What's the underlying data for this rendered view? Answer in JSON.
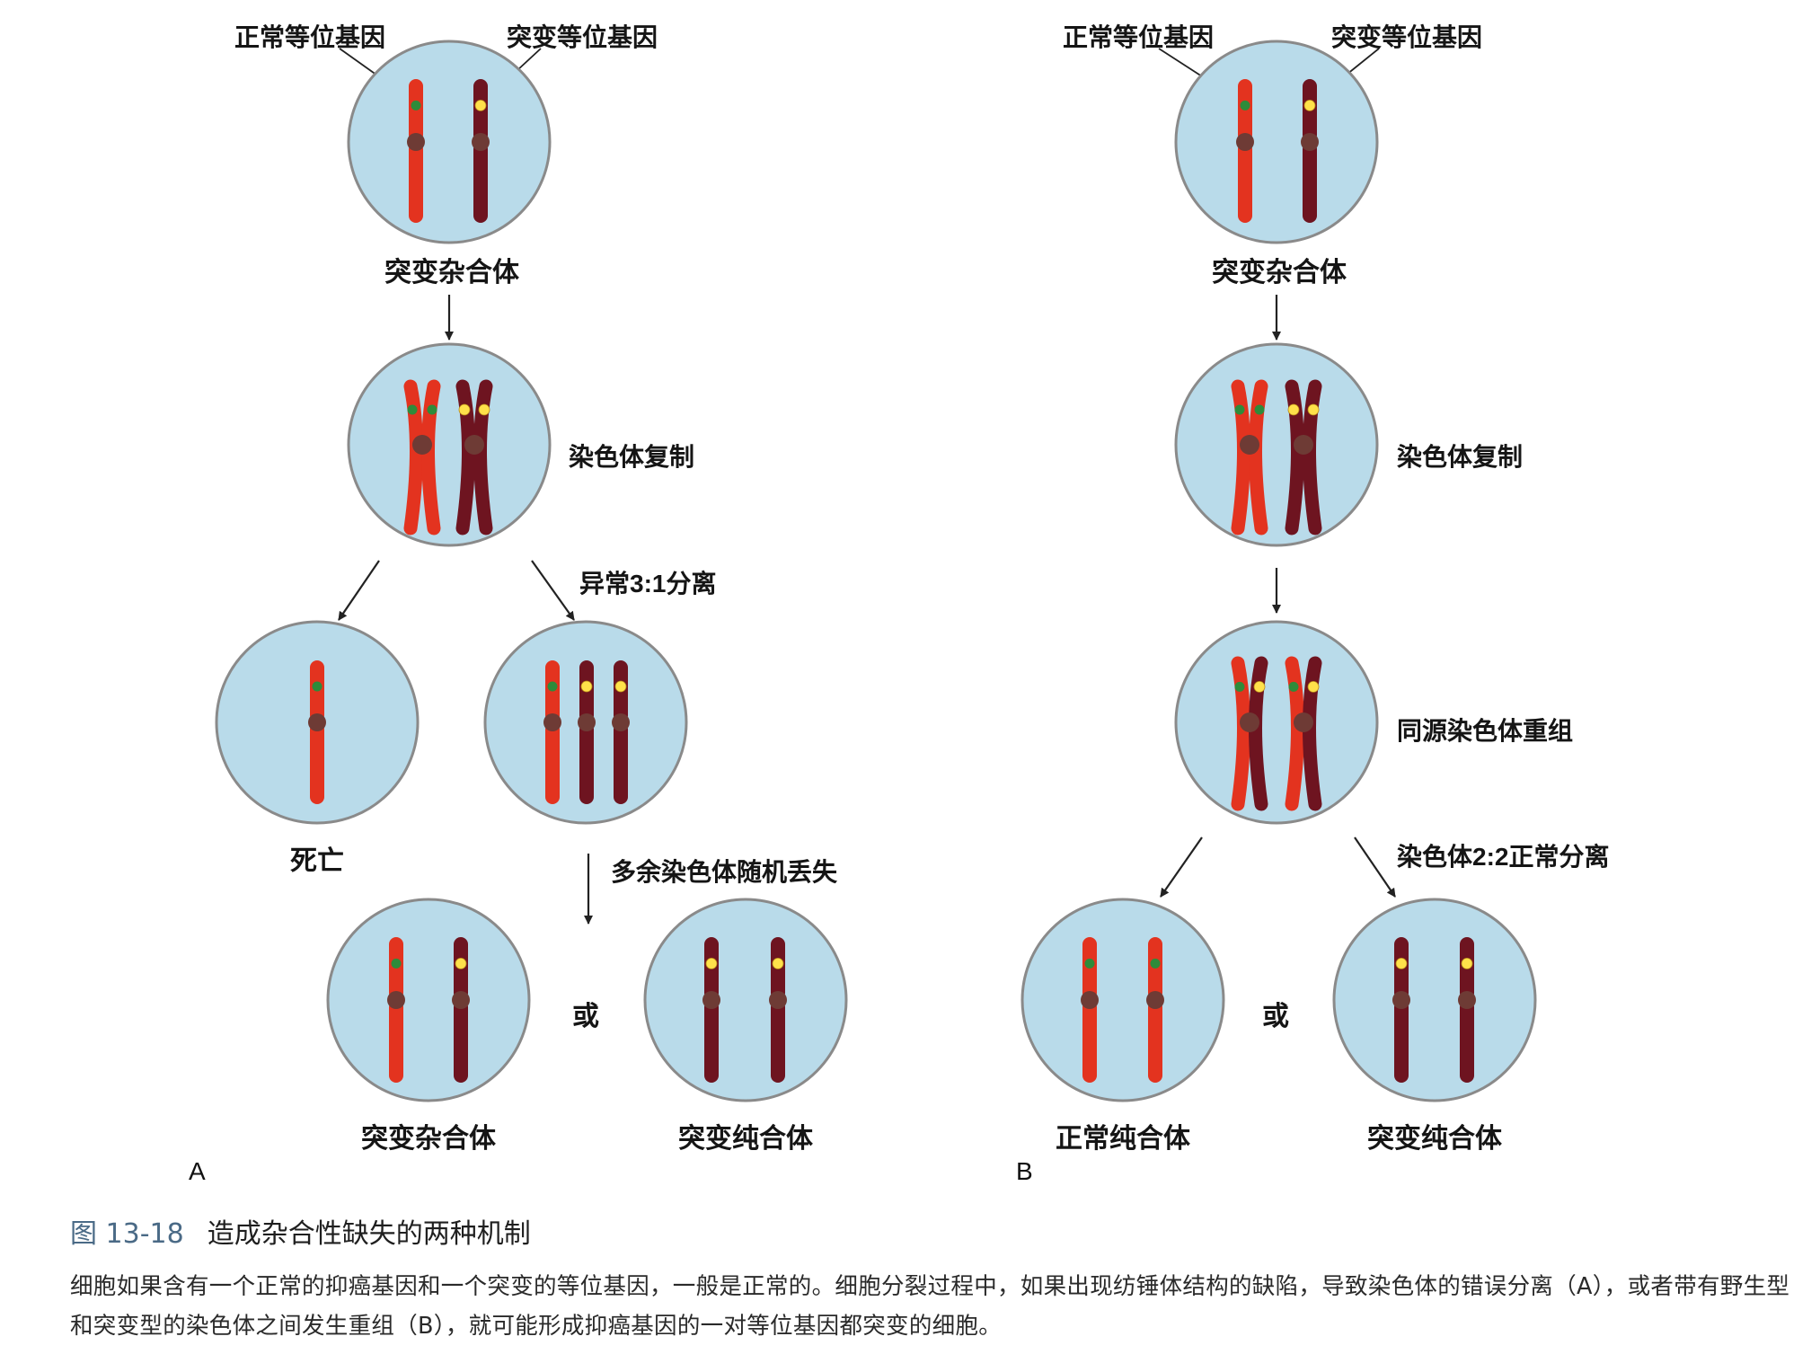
{
  "panel_a": {
    "letter": "A",
    "normal_allele_label": "正常等位基因",
    "mutant_allele_label": "突变等位基因",
    "start_label": "突变杂合体",
    "step_replication": "染色体复制",
    "step_abnormal_segregation": "异常3:1分离",
    "death_label": "死亡",
    "step_random_loss": "多余染色体随机丢失",
    "result_heterozygote": "突变杂合体",
    "or_label": "或",
    "result_homozygote": "突变纯合体"
  },
  "panel_b": {
    "letter": "B",
    "normal_allele_label": "正常等位基因",
    "mutant_allele_label": "突变等位基因",
    "start_label": "突变杂合体",
    "step_replication": "染色体复制",
    "step_recombination": "同源染色体重组",
    "step_segregation": "染色体2:2正常分离",
    "result_normal_homozygote": "正常纯合体",
    "or_label": "或",
    "result_mutant_homozygote": "突变纯合体"
  },
  "caption": {
    "figure_number": "图 13-18",
    "figure_title": "造成杂合性缺失的两种机制",
    "description": "细胞如果含有一个正常的抑癌基因和一个突变的等位基因，一般是正常的。细胞分裂过程中，如果出现纺锤体结构的缺陷，导致染色体的错误分离（A），或者带有野生型和突变型的染色体之间发生重组（B），就可能形成抑癌基因的一对等位基因都突变的细胞。"
  },
  "colors": {
    "normal_chromosome": "#e3331f",
    "mutant_chromosome": "#6e1420",
    "cell_fill": "#b9dbea",
    "cell_border": "#8a8a8a",
    "centromere": "#6e3b35",
    "normal_allele_marker": "#2e8b3a",
    "mutant_allele_marker": "#ffe14a"
  }
}
